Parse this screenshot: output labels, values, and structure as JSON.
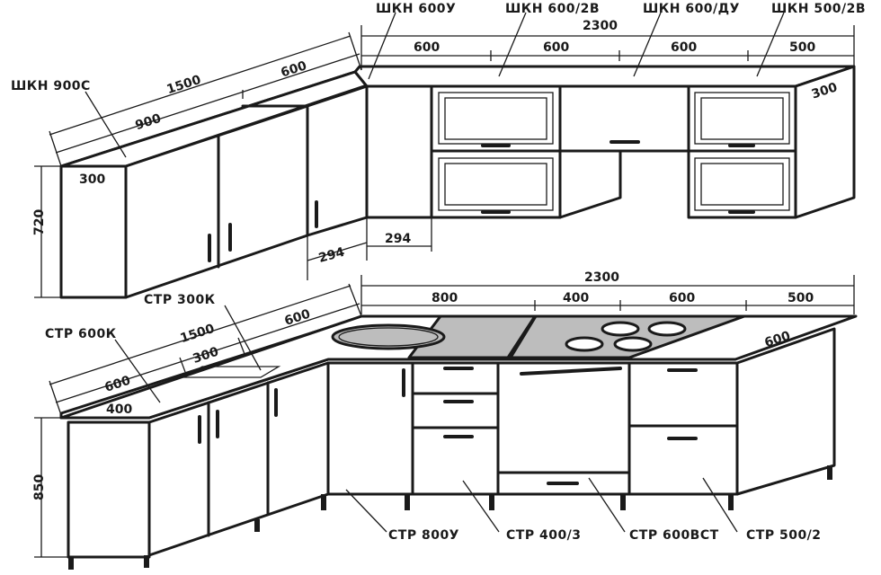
{
  "labels": {
    "shkn900c": "ШКН 900С",
    "shkn600u": "ШКН 600У",
    "shkn600_2v": "ШКН 600/2В",
    "shkn600_du": "ШКН 600/ДУ",
    "shkn500_2v": "ШКН 500/2В",
    "str600k": "СТР 600К",
    "str300k": "СТР 300К",
    "str800u": "СТР 800У",
    "str400_3": "СТР 400/3",
    "str600vst": "СТР 600ВСТ",
    "str500_2": "СТР 500/2"
  },
  "upper_dims": {
    "total_right": "2300",
    "w600a": "600",
    "w600b": "600",
    "w600c": "600",
    "w500": "500",
    "total_left": "1500",
    "left600": "600",
    "left900": "900",
    "depth300_left": "300",
    "depth300_right": "300",
    "height720": "720",
    "corner294a": "294",
    "corner294b": "294"
  },
  "lower_dims": {
    "total_right": "2300",
    "w800": "800",
    "w400": "400",
    "w600": "600",
    "w500": "500",
    "total_left": "1500",
    "left600": "600",
    "left300": "300",
    "left600b": "600",
    "depth400": "400",
    "depth600_right": "600",
    "height850": "850"
  }
}
